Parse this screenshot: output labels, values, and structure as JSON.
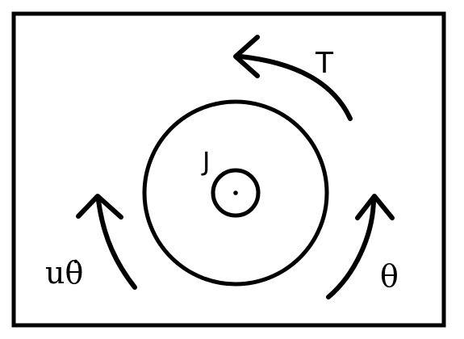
{
  "diagram": {
    "labels": {
      "torque": "T",
      "inertia": "J",
      "friction": "uθ̇",
      "angle": "θ"
    },
    "colors": {
      "stroke": "#000000",
      "background": "#ffffff"
    },
    "icons": {
      "torque_arrow": "curved-arrow-counterclockwise-icon",
      "friction_arrow": "curved-arrow-up-icon",
      "angle_arrow": "curved-arrow-up-icon"
    }
  }
}
